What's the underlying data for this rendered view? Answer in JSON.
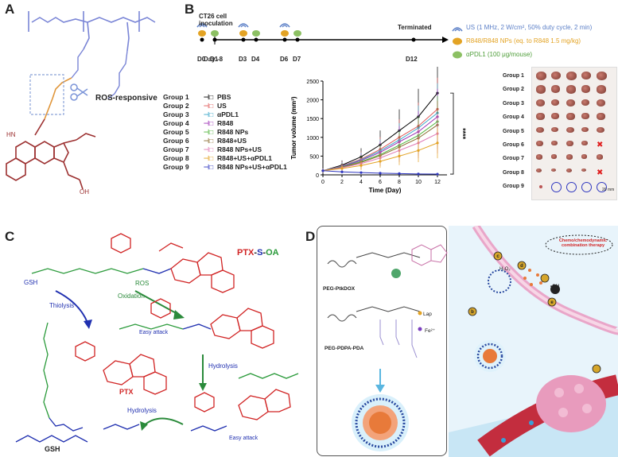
{
  "panels": {
    "a": "A",
    "b": "B",
    "c": "C",
    "d": "D"
  },
  "panelA": {
    "ros_label": "ROS-responsive",
    "colors": {
      "peg": "#7a85d6",
      "linker": "#e0963b",
      "drug": "#9c3030",
      "scissor": "#7b94d8"
    }
  },
  "panelB": {
    "timeline": {
      "start_label": "CT26 cell\ninoculation",
      "day_start": "Day -8",
      "days": [
        "D0",
        "D1",
        "D3",
        "D4",
        "D6",
        "D7"
      ],
      "end_label": "Terminated",
      "end_day": "D12"
    },
    "legend_items": [
      {
        "icon": "us-wave-icon",
        "text": "US (1 MHz, 2 W/cm², 50% duty cycle, 2 min)",
        "color": "#5b7fc7"
      },
      {
        "icon": "yellow-drop-icon",
        "text": "R848/R848 NPs (eq. to R848 1.5 mg/kg)",
        "color": "#e3a324"
      },
      {
        "icon": "green-drop-icon",
        "text": "αPDL1 (100 μg/mouse)",
        "color": "#4f9e3a"
      }
    ],
    "groups": [
      {
        "id": "Group 1",
        "name": "PBS",
        "color": "#000000"
      },
      {
        "id": "Group 2",
        "name": "US",
        "color": "#e05a5a"
      },
      {
        "id": "Group 3",
        "name": "αPDL1",
        "color": "#3aa6c9"
      },
      {
        "id": "Group 4",
        "name": "R848",
        "color": "#9b2fb4"
      },
      {
        "id": "Group 5",
        "name": "R848 NPs",
        "color": "#4fb33a"
      },
      {
        "id": "Group 6",
        "name": "R848+US",
        "color": "#8a6b2f"
      },
      {
        "id": "Group 7",
        "name": "R848 NPs+US",
        "color": "#e07ab5"
      },
      {
        "id": "Group 8",
        "name": "R848+US+αPDL1",
        "color": "#e3a324"
      },
      {
        "id": "Group 9",
        "name": "R848 NPs+US+αPDL1",
        "color": "#3038c0"
      }
    ],
    "photo_rows": [
      "Group 1",
      "Group 2",
      "Group 3",
      "Group 4",
      "Group 5",
      "Group 6",
      "Group 7",
      "Group 8",
      "Group 9"
    ],
    "significance": "****",
    "scale_bar": "20 mm"
  },
  "chart_data": {
    "type": "line",
    "xlabel": "Time (Day)",
    "ylabel": "Tumor volume (mm³)",
    "x": [
      0,
      2,
      4,
      6,
      8,
      10,
      12
    ],
    "xlim": [
      0,
      13
    ],
    "ylim": [
      0,
      2500
    ],
    "xticks": [
      "0",
      "2",
      "4",
      "6",
      "8",
      "10",
      "12"
    ],
    "yticks": [
      "0",
      "500",
      "1000",
      "1500",
      "2000",
      "2500"
    ],
    "series": [
      {
        "name": "PBS",
        "color": "#000000",
        "values": [
          110,
          260,
          480,
          800,
          1180,
          1550,
          2180
        ]
      },
      {
        "name": "US",
        "color": "#e05a5a",
        "values": [
          110,
          240,
          420,
          680,
          1000,
          1300,
          1750
        ]
      },
      {
        "name": "αPDL1",
        "color": "#3aa6c9",
        "values": [
          110,
          230,
          400,
          640,
          930,
          1250,
          1650
        ]
      },
      {
        "name": "R848",
        "color": "#9b2fb4",
        "values": [
          110,
          220,
          380,
          600,
          880,
          1150,
          1550
        ]
      },
      {
        "name": "R848 NPs",
        "color": "#4fb33a",
        "values": [
          110,
          210,
          350,
          540,
          790,
          1050,
          1420
        ]
      },
      {
        "name": "R848+US",
        "color": "#8a6b2f",
        "values": [
          110,
          200,
          330,
          510,
          740,
          980,
          1330
        ]
      },
      {
        "name": "R848 NPs+US",
        "color": "#e07ab5",
        "values": [
          110,
          190,
          300,
          450,
          650,
          850,
          1100
        ]
      },
      {
        "name": "R848+US+αPDL1",
        "color": "#e3a324",
        "values": [
          110,
          170,
          250,
          360,
          500,
          650,
          850
        ]
      },
      {
        "name": "R848 NPs+US+αPDL1",
        "color": "#3038c0",
        "values": [
          110,
          80,
          60,
          45,
          35,
          25,
          20
        ]
      }
    ]
  },
  "panelC": {
    "title_ptx": "PTX",
    "title_s": "S",
    "title_oa": "OA",
    "labels": {
      "gsh_top": "GSH",
      "thiolysis": "Thiolysis",
      "ros": "ROS",
      "oxidation": "Oxidation",
      "easy_attack_1": "Easy attack",
      "hydrolysis_1": "Hydrolysis",
      "ptx": "PTX",
      "hydrolysis_2": "Hydrolysis",
      "easy_attack_2": "Easy attack",
      "gsh_bottom": "GSH"
    }
  },
  "panelD": {
    "polymer1": "PEG-PtkDOX",
    "polymer2": "PEG-PDPA-PDA",
    "lap": "Lap",
    "fe": "Fe²⁺",
    "therapy": "Chemo/chemodynamic\ncombination therapy",
    "h2o2": "H₂O₂",
    "oh": "•OH",
    "steps": [
      "a",
      "b",
      "c",
      "d",
      "e"
    ]
  }
}
